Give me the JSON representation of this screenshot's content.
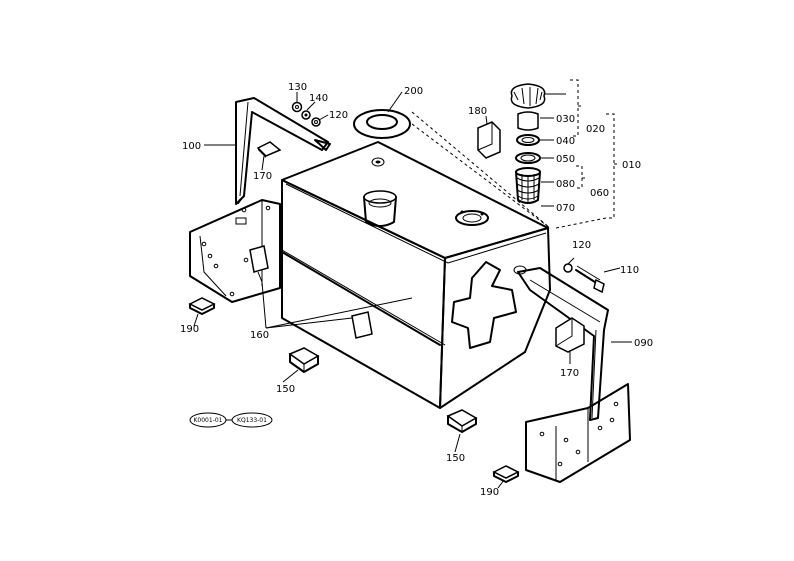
{
  "parts": {
    "p010": "010",
    "p020": "020",
    "p030": "030",
    "p040": "040",
    "p050": "050",
    "p060": "060",
    "p070": "070",
    "p080": "080",
    "p090": "090",
    "p100": "100",
    "p110": "110",
    "p120a": "120",
    "p120b": "120",
    "p130": "130",
    "p140": "140",
    "p150a": "150",
    "p150b": "150",
    "p160": "160",
    "p170a": "170",
    "p170b": "170",
    "p180": "180",
    "p190a": "190",
    "p190b": "190",
    "p200": "200"
  },
  "reference_codes": {
    "left": "K0001-01",
    "right": "KQ133-01"
  }
}
